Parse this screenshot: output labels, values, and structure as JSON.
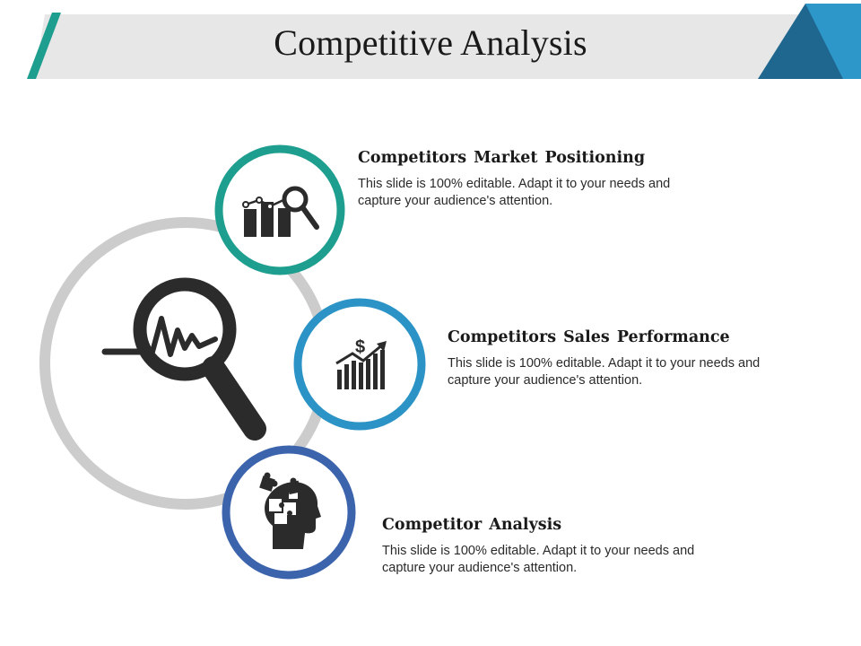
{
  "title": "Competitive Analysis",
  "colors": {
    "accent_teal": "#1e9e8f",
    "accent_blue": "#2b93c5",
    "accent_navy": "#3b64ad",
    "ring_gray": "#cccccc",
    "icon_dark": "#2b2b2b",
    "banner_gray": "#e7e7e7",
    "corner_dark": "#20678f",
    "corner_light": "#2e97c9"
  },
  "central_icon": "magnifier-pulse-icon",
  "items": [
    {
      "heading": "Competitors Market Positioning",
      "description": "This slide is 100% editable. Adapt it to your needs and capture your audience's attention.",
      "icon": "bar-chart-magnifier-icon",
      "ring_color": "#1e9e8f"
    },
    {
      "heading": "Competitors Sales Performance",
      "description": "This slide is 100% editable. Adapt it to your needs and capture your audience's attention.",
      "icon": "dollar-growth-chart-icon",
      "ring_color": "#2b93c5"
    },
    {
      "heading": "Competitor Analysis",
      "description": "This slide is 100% editable. Adapt it to your needs and capture your audience's attention.",
      "icon": "puzzle-head-icon",
      "ring_color": "#3b64ad"
    }
  ]
}
